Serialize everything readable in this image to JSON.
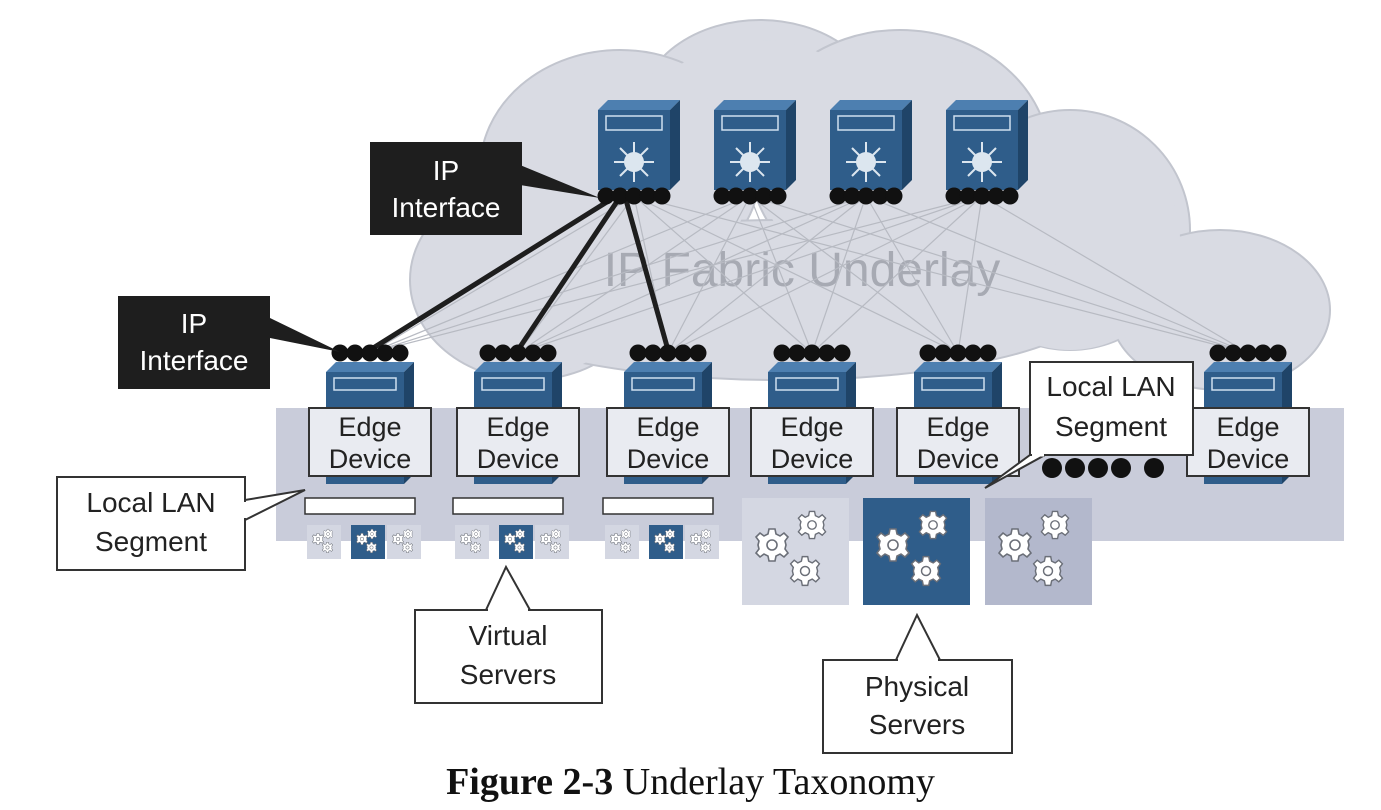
{
  "cloud_label": "IP Fabric Underlay",
  "callouts": {
    "ip_interface_top": [
      "IP",
      "Interface"
    ],
    "ip_interface_left": [
      "IP",
      "Interface"
    ],
    "local_lan_left": [
      "Local LAN",
      "Segment"
    ],
    "local_lan_right": [
      "Local LAN",
      "Segment"
    ],
    "virtual_servers": [
      "Virtual",
      "Servers"
    ],
    "physical_servers": [
      "Physical",
      "Servers"
    ]
  },
  "edge_device_label": [
    "Edge",
    "Device"
  ],
  "spine_count": 4,
  "edge_count": 7,
  "caption": {
    "number": "Figure 2-3",
    "title": "Underlay Taxonomy"
  },
  "colors": {
    "switch_blue": "#2f5d8a",
    "switch_light": "#4d7fb0",
    "cloud_fill": "#d9dbe3",
    "lan_band": "#c9ccda",
    "callout_dark": "#1e1e1e"
  }
}
